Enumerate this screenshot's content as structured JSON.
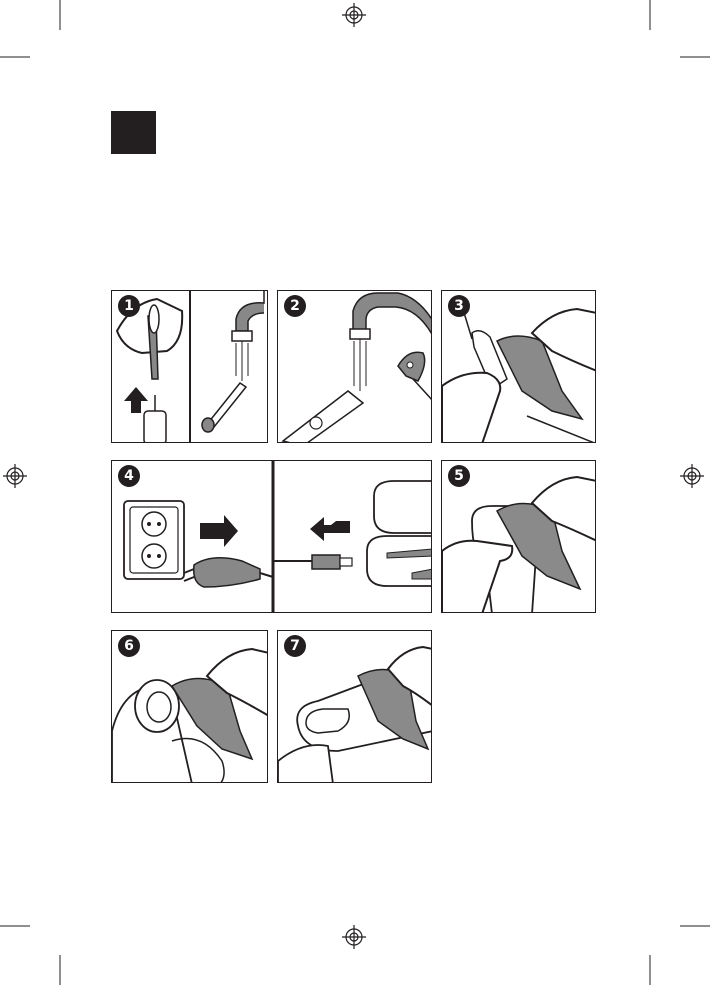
{
  "steps": [
    {
      "id": "1",
      "label": "1"
    },
    {
      "id": "2",
      "label": "2"
    },
    {
      "id": "3",
      "label": "3"
    },
    {
      "id": "4",
      "label": "4"
    },
    {
      "id": "5",
      "label": "5"
    },
    {
      "id": "6",
      "label": "6"
    },
    {
      "id": "7",
      "label": "7"
    }
  ],
  "colors": {
    "ink": "#231f20",
    "cloth": "#8a8a8a",
    "water": "#ffffff"
  }
}
